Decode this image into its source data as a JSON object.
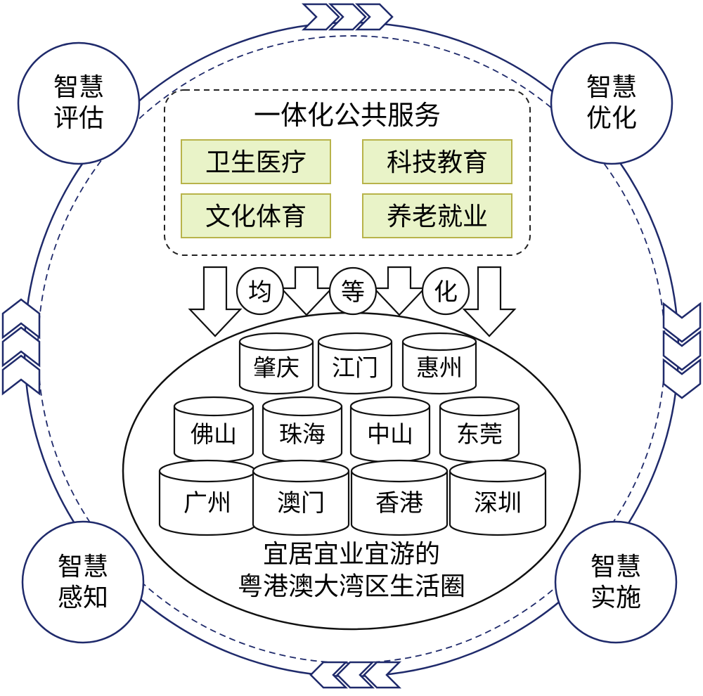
{
  "cycle": {
    "ring_color": "#1f2a6b",
    "stages": {
      "top_left": {
        "line1": "智慧",
        "line2": "评估"
      },
      "top_right": {
        "line1": "智慧",
        "line2": "优化"
      },
      "bottom_left": {
        "line1": "智慧",
        "line2": "感知"
      },
      "bottom_right": {
        "line1": "智慧",
        "line2": "实施"
      }
    }
  },
  "services": {
    "title": "一体化公共服务",
    "box_fill": "#e9f3c8",
    "box_border": "#b8b34a",
    "items": [
      "卫生医疗",
      "科技教育",
      "文化体育",
      "养老就业"
    ]
  },
  "equalization": [
    "均",
    "等",
    "化"
  ],
  "cities": {
    "row1": [
      "肇庆",
      "江门",
      "惠州"
    ],
    "row2": [
      "佛山",
      "珠海",
      "中山",
      "东莞"
    ],
    "row3": [
      "广州",
      "澳门",
      "香港",
      "深圳"
    ]
  },
  "caption": {
    "line1": "宜居宜业宜游的",
    "line2": "粤港澳大湾区生活圈"
  }
}
